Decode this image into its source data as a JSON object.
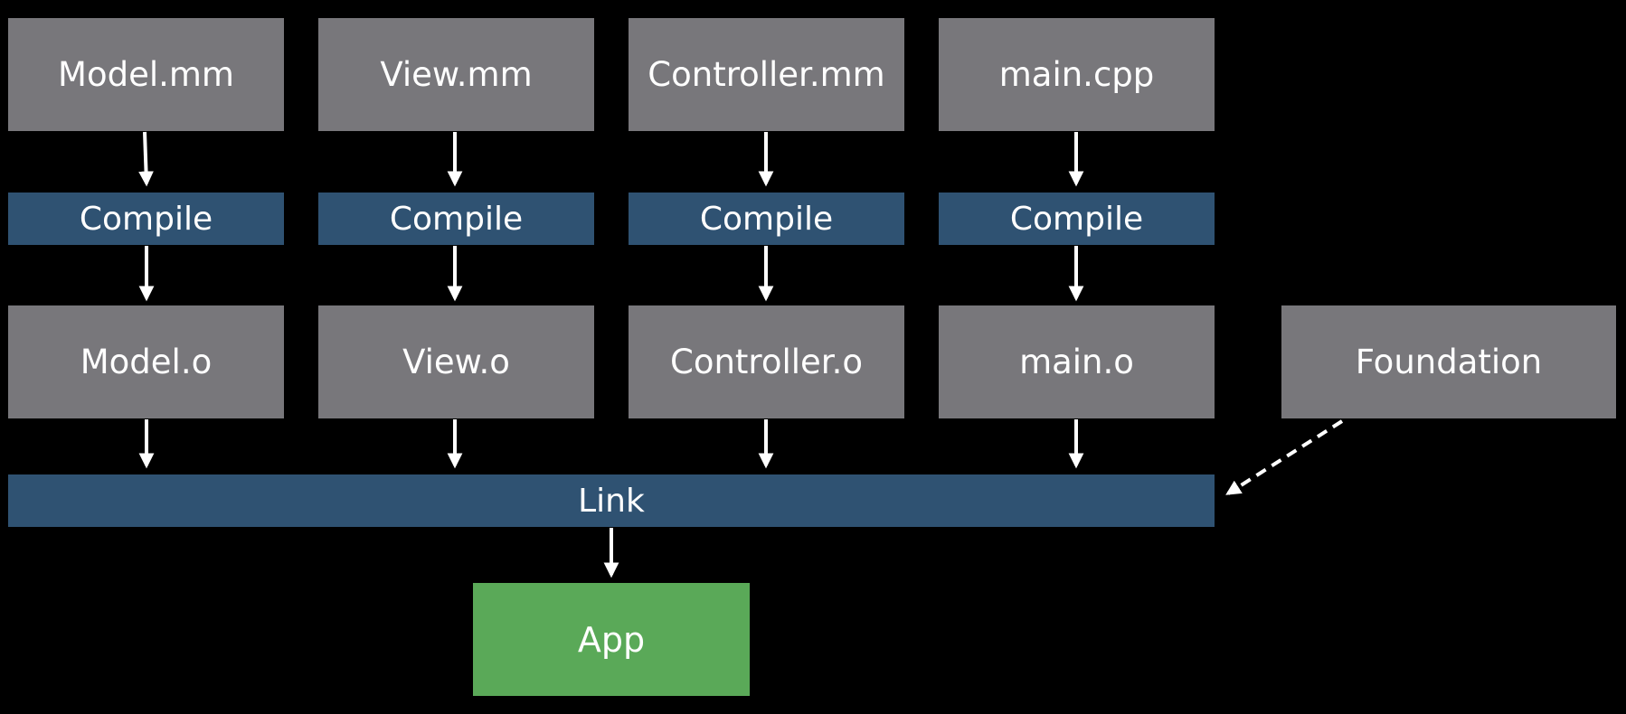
{
  "colors": {
    "background": "#000000",
    "source_box": "#78777b",
    "step_box": "#2f5272",
    "app_box": "#5aa958",
    "text": "#ffffff",
    "arrow": "#ffffff"
  },
  "sources": [
    "Model.mm",
    "View.mm",
    "Controller.mm",
    "main.cpp"
  ],
  "compile_label": "Compile",
  "objects": [
    "Model.o",
    "View.o",
    "Controller.o",
    "main.o"
  ],
  "framework": "Foundation",
  "link_label": "Link",
  "output": "App",
  "edges": [
    {
      "from": "Model.mm",
      "to": "Compile",
      "style": "solid"
    },
    {
      "from": "View.mm",
      "to": "Compile",
      "style": "solid"
    },
    {
      "from": "Controller.mm",
      "to": "Compile",
      "style": "solid"
    },
    {
      "from": "main.cpp",
      "to": "Compile",
      "style": "solid"
    },
    {
      "from": "Compile",
      "to": "Model.o",
      "style": "solid"
    },
    {
      "from": "Compile",
      "to": "View.o",
      "style": "solid"
    },
    {
      "from": "Compile",
      "to": "Controller.o",
      "style": "solid"
    },
    {
      "from": "Compile",
      "to": "main.o",
      "style": "solid"
    },
    {
      "from": "Model.o",
      "to": "Link",
      "style": "solid"
    },
    {
      "from": "View.o",
      "to": "Link",
      "style": "solid"
    },
    {
      "from": "Controller.o",
      "to": "Link",
      "style": "solid"
    },
    {
      "from": "main.o",
      "to": "Link",
      "style": "solid"
    },
    {
      "from": "Foundation",
      "to": "Link",
      "style": "dashed"
    },
    {
      "from": "Link",
      "to": "App",
      "style": "solid"
    }
  ]
}
